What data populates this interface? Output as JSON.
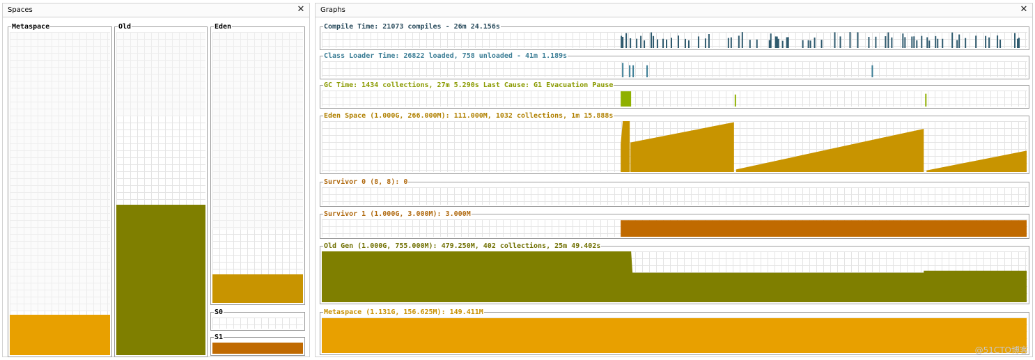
{
  "spaces_panel": {
    "title": "Spaces",
    "close_label": "✕",
    "spaces": [
      {
        "key": "metaspace",
        "label": "Metaspace",
        "color": "#e8a000",
        "capacity_fraction": 0.135,
        "used_fraction": 0.125
      },
      {
        "key": "old",
        "label": "Old",
        "color": "#7f7f00",
        "capacity_fraction": 0.74,
        "used_fraction": 0.465
      },
      {
        "key": "eden",
        "label": "Eden",
        "color": "#c89400",
        "capacity_fraction": 0.27,
        "used_fraction": 0.105
      },
      {
        "key": "s0",
        "label": "S0",
        "color": "#c06a00",
        "capacity_fraction": 0.0,
        "used_fraction": 0.0
      },
      {
        "key": "s1",
        "label": "S1",
        "color": "#c06a00",
        "capacity_fraction": 1.0,
        "used_fraction": 1.0
      }
    ]
  },
  "graphs_panel": {
    "title": "Graphs",
    "close_label": "✕",
    "graphs": [
      {
        "key": "compile",
        "label": "Compile Time: 21073 compiles - 26m 24.156s",
        "color": "#2f5a6e",
        "label_color": "#2b4d5e"
      },
      {
        "key": "classloader",
        "label": "Class Loader Time: 26822 loaded, 758 unloaded - 41m 1.189s",
        "color": "#3b7d95",
        "label_color": "#3b7d95"
      },
      {
        "key": "gc",
        "label": "GC Time: 1434 collections, 27m 5.290s  Last Cause: G1 Evacuation Pause",
        "color": "#8fb000",
        "label_color": "#8a9a00"
      },
      {
        "key": "eden",
        "label": "Eden Space (1.000G, 266.000M): 111.000M, 1032 collections, 1m 15.888s",
        "color": "#c89400",
        "label_color": "#b08000"
      },
      {
        "key": "s0",
        "label": "Survivor 0 (8, 8): 0",
        "color": "#c06a00",
        "label_color": "#b06a10"
      },
      {
        "key": "s1",
        "label": "Survivor 1 (1.000G, 3.000M): 3.000M",
        "color": "#c06a00",
        "label_color": "#b06a10"
      },
      {
        "key": "old",
        "label": "Old Gen (1.000G, 755.000M): 479.250M, 402 collections, 25m 49.402s",
        "color": "#7f7f00",
        "label_color": "#6f6f00"
      },
      {
        "key": "metaspace",
        "label": "Metaspace (1.131G, 156.625M): 149.411M",
        "color": "#e8a000",
        "label_color": "#c89000"
      }
    ]
  },
  "watermark": "@51CTO博客"
}
